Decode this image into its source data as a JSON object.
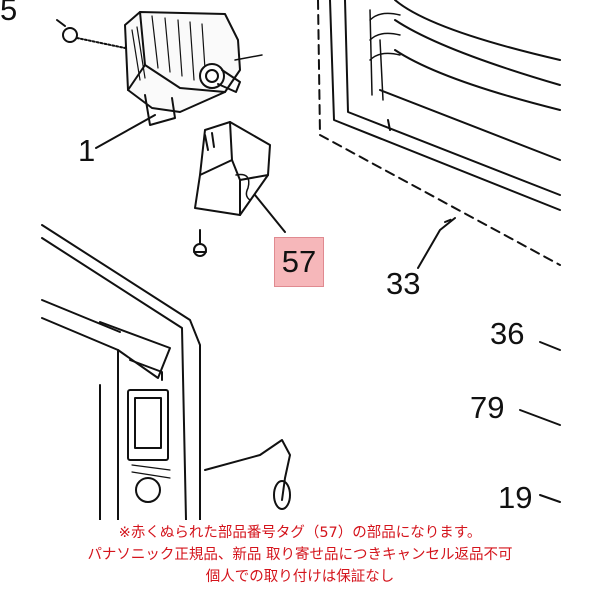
{
  "callouts": {
    "tl": "5",
    "part1": "1",
    "tag": "57",
    "part33": "33",
    "part36": "36",
    "part79": "79",
    "part19": "19"
  },
  "colors": {
    "tag_fill": "#f6b7ba",
    "note_text": "#d4141c"
  },
  "notes": {
    "line1": "※赤くぬられた部品番号タグ（57）の部品になります。",
    "line2": "パナソニック正規品、新品 取り寄せ品につきキャンセル返品不可",
    "line3": "個人での取り付けは保証なし"
  }
}
